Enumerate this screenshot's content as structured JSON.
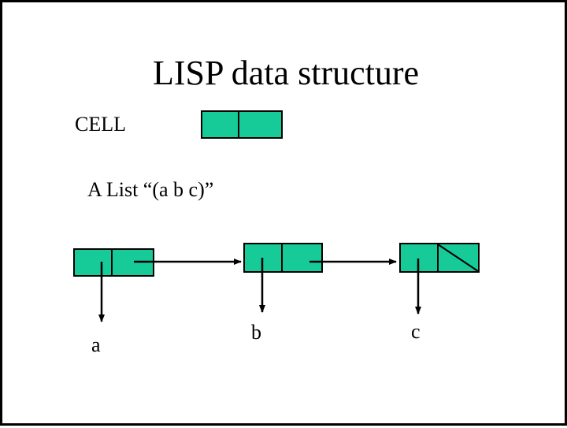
{
  "slide": {
    "title": "LISP data structure",
    "cell_label": "CELL",
    "list_caption": "A List “(a b c)”",
    "node_labels": [
      "a",
      "b",
      "c"
    ],
    "colors": {
      "cell_fill": "#17CB99",
      "line": "#000000",
      "text": "#000000",
      "slide_background": "#FFFFFF",
      "frame_border": "#000000"
    }
  }
}
